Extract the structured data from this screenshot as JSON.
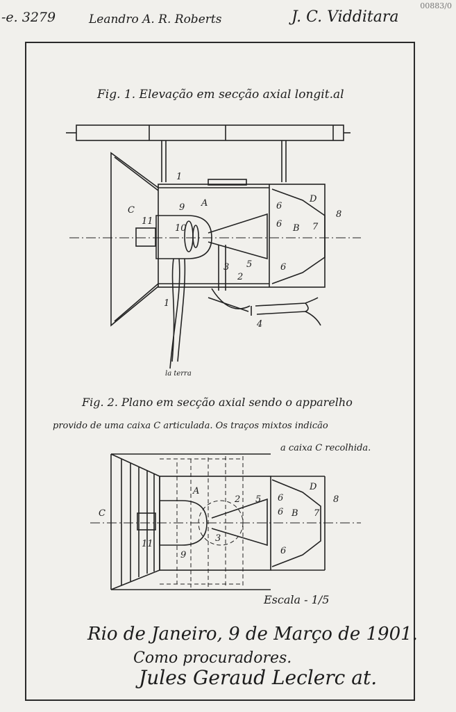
{
  "header": {
    "doc_number": "-e. 3279",
    "signature_left": "Leandro A. R. Roberts",
    "signature_right": "J. C. Vidditara",
    "archive_mark": "00883/0"
  },
  "figure1": {
    "caption": "Fig. 1. Elevação em secção axial longit.al",
    "labels": {
      "A": "A",
      "C": "C",
      "D": "D",
      "n1": "1",
      "n1b": "1",
      "n2": "2",
      "n3": "3",
      "n4": "4",
      "n5": "5",
      "n6a": "6",
      "n6b": "6",
      "n6c": "6",
      "n7": "7",
      "n8": "8",
      "n9": "9",
      "n10": "10",
      "n11": "11",
      "B": "B",
      "wire": "la terra"
    }
  },
  "figure2": {
    "caption": "Fig. 2. Plano em secção axial sendo o apparelho",
    "caption_line2": "provido de uma caixa C articulada. Os traços mixtos indicão",
    "caption_line3": "a caixa C recolhida.",
    "labels": {
      "A": "A",
      "C": "C",
      "D": "D",
      "B": "B",
      "n2": "2",
      "n3": "3",
      "n5": "5",
      "n6a": "6",
      "n6b": "6",
      "n6c": "6",
      "n7": "7",
      "n8": "8",
      "n9": "9",
      "n11": "11"
    }
  },
  "scale": "Escala - 1/5",
  "footer": {
    "place_date": "Rio de Janeiro, 9 de Março de 1901.",
    "role": "Como procuradores.",
    "signature": "Jules Geraud Leclerc at."
  }
}
